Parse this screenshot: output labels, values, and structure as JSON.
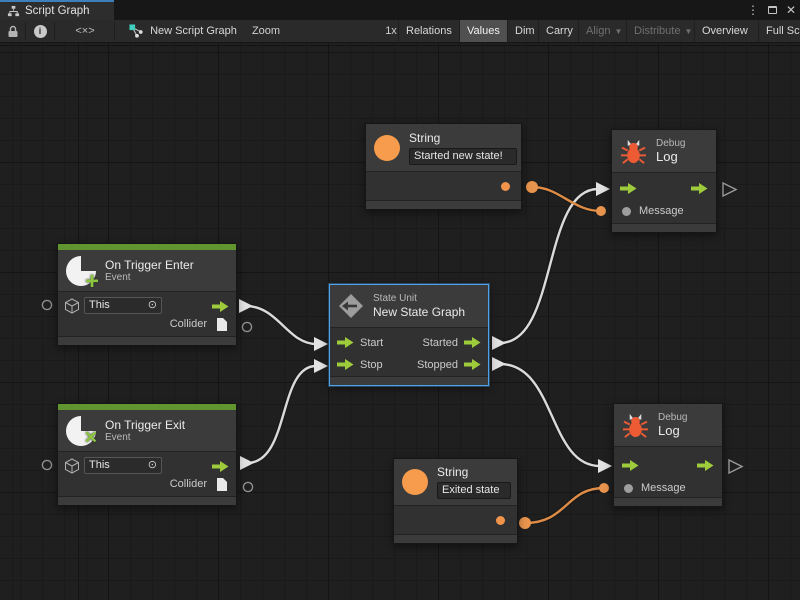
{
  "colors": {
    "tab_accent_blue": "#3d7ebb",
    "selection_blue": "#4da2e9",
    "flow_green": "#9dcb3c",
    "event_bar_green": "#60952f",
    "literal_orange": "#f79c4c",
    "wire_orange": "#df8c46",
    "bug_orange": "#ed5b35",
    "wire_white": "#dadada",
    "node_header": "#3b3b3b",
    "node_body": "#313131",
    "canvas_bg": "#1f1f1f"
  },
  "titlebar": {
    "tab_label": "Script Graph"
  },
  "toolbar": {
    "graph_name": "New Script Graph",
    "zoom_label": "Zoom",
    "zoom_value": "1x",
    "code_icon_label": "<×>",
    "relations": "Relations",
    "values": "Values",
    "dim": "Dim",
    "carry": "Carry",
    "align": "Align",
    "distribute": "Distribute",
    "overview": "Overview",
    "fullscreen": "Full Screen",
    "caret": "▼"
  },
  "nodes": {
    "string_top": {
      "title": "String",
      "value": "Started new state!"
    },
    "string_bottom": {
      "title": "String",
      "value": "Exited state"
    },
    "debug_top": {
      "subtitle": "Debug",
      "title": "Log",
      "message_label": "Message"
    },
    "debug_bottom": {
      "subtitle": "Debug",
      "title": "Log",
      "message_label": "Message"
    },
    "trigger_enter": {
      "title": "On Trigger Enter",
      "subtitle": "Event",
      "target_value": "This",
      "target_picker": "⊙",
      "collider_label": "Collider"
    },
    "trigger_exit": {
      "title": "On Trigger Exit",
      "subtitle": "Event",
      "target_value": "This",
      "target_picker": "⊙",
      "collider_label": "Collider"
    },
    "state_unit": {
      "subtitle": "State Unit",
      "title": "New State Graph",
      "start_label": "Start",
      "stop_label": "Stop",
      "started_label": "Started",
      "stopped_label": "Stopped"
    }
  },
  "connections": [
    {
      "from": "On Trigger Enter (flow out)",
      "to": "New State Graph.Start",
      "type": "flow"
    },
    {
      "from": "On Trigger Exit (flow out)",
      "to": "New State Graph.Stop",
      "type": "flow"
    },
    {
      "from": "New State Graph.Started",
      "to": "Debug Log top (flow in)",
      "type": "flow"
    },
    {
      "from": "New State Graph.Stopped",
      "to": "Debug Log bottom (flow in)",
      "type": "flow"
    },
    {
      "from": "String 'Started new state!'",
      "to": "Debug Log top.Message",
      "type": "value"
    },
    {
      "from": "String 'Exited state'",
      "to": "Debug Log bottom.Message",
      "type": "value"
    }
  ]
}
